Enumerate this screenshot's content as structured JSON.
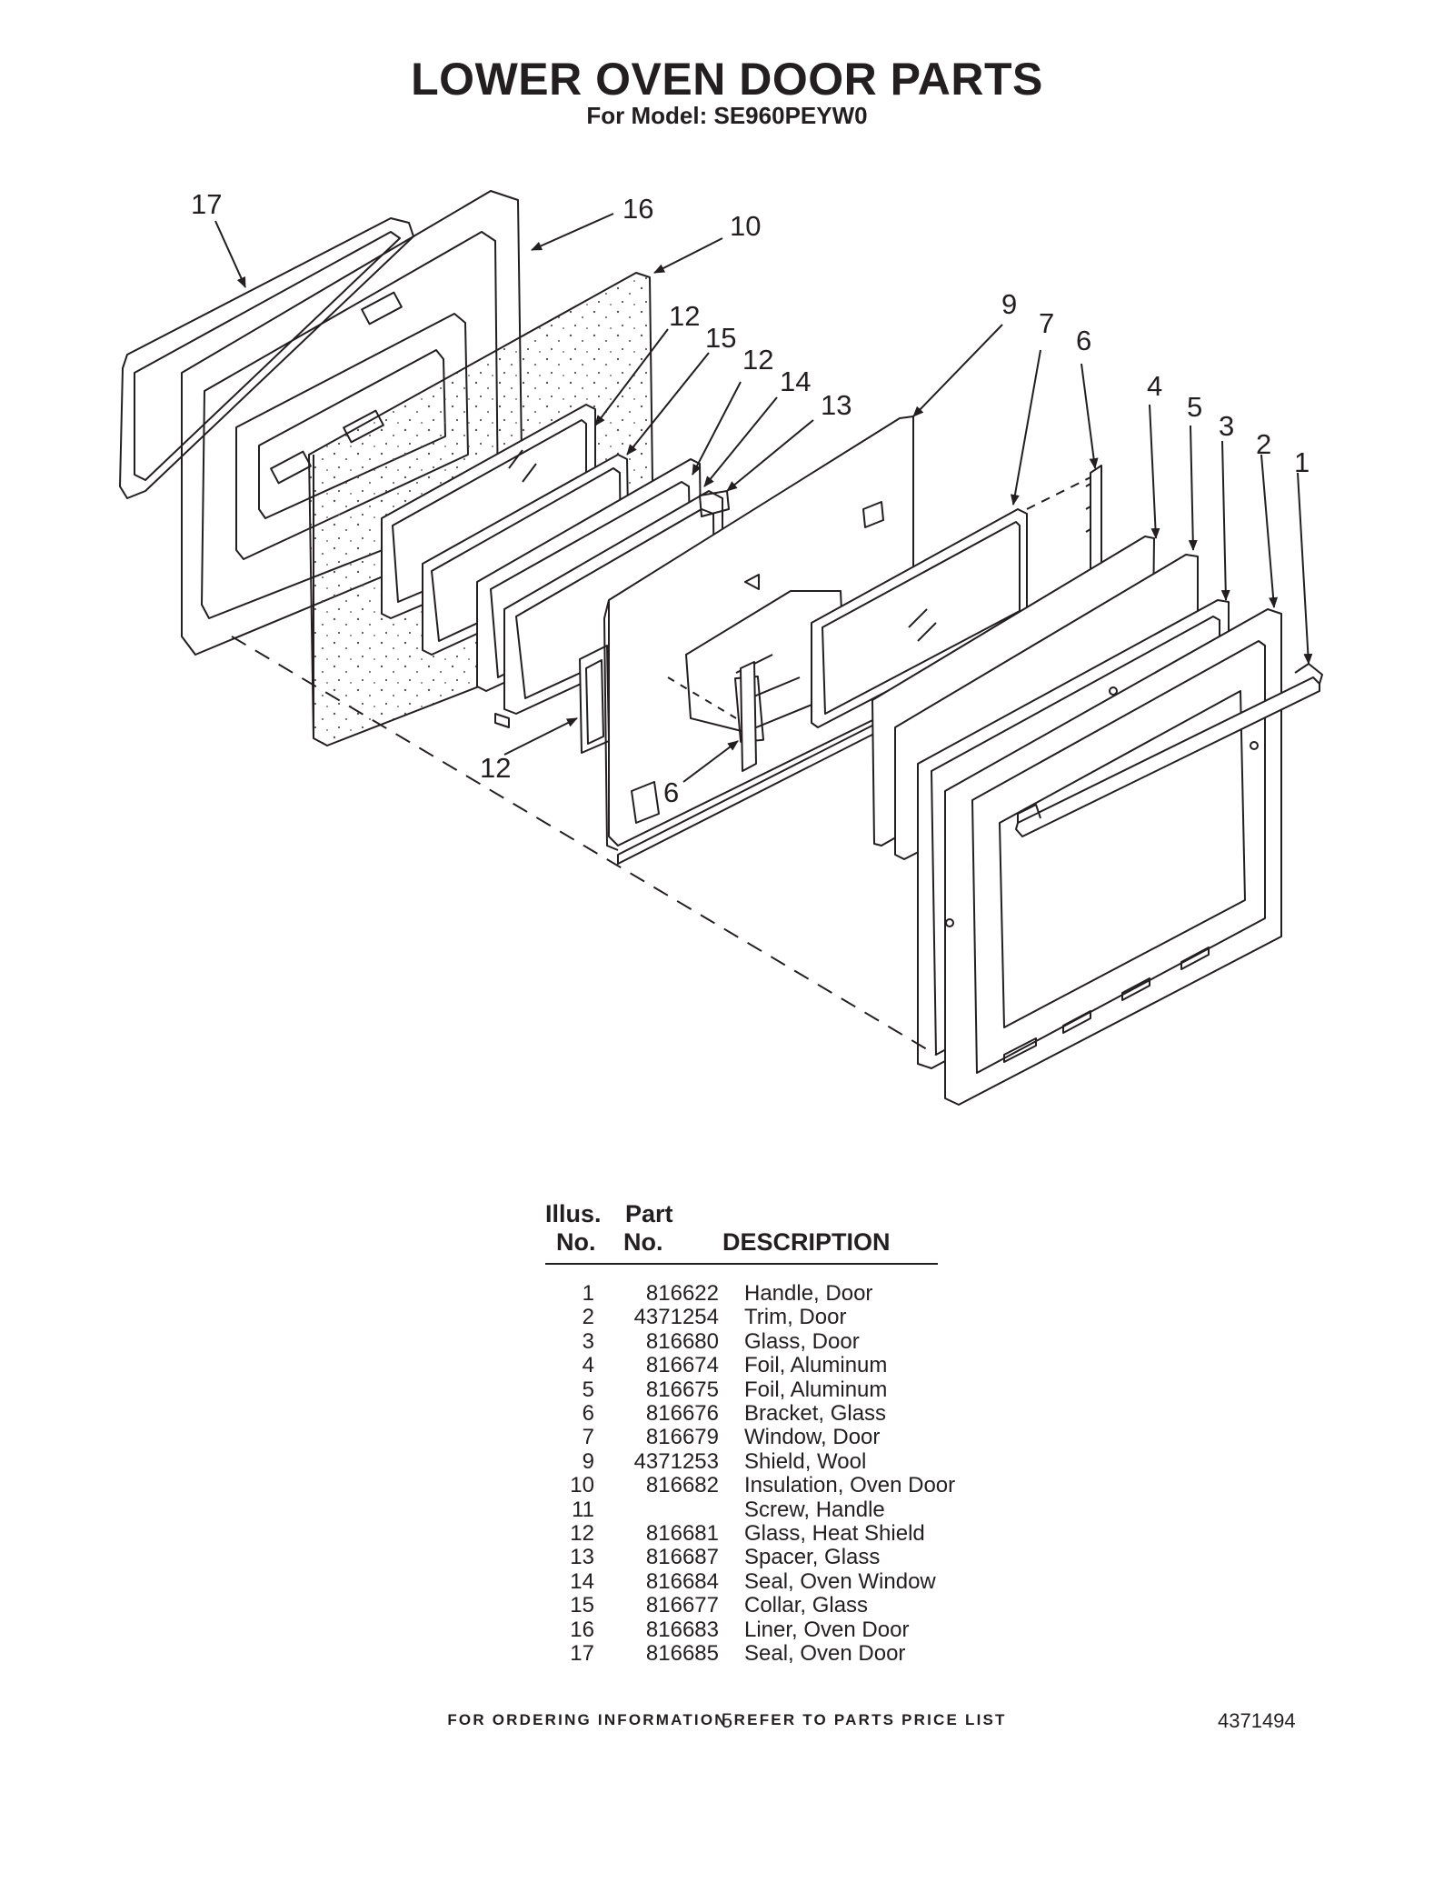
{
  "header": {
    "title": "LOWER OVEN DOOR PARTS",
    "subtitle": "For Model: SE960PEYW0"
  },
  "callouts": [
    "17",
    "16",
    "10",
    "12",
    "15",
    "12",
    "14",
    "13",
    "9",
    "7",
    "6",
    "4",
    "5",
    "3",
    "2",
    "1",
    "12",
    "6"
  ],
  "parts_table": {
    "headers": {
      "illus_line1": "Illus.",
      "illus_line2": "No.",
      "part_line1": "Part",
      "part_line2": "No.",
      "description": "DESCRIPTION"
    },
    "rows": [
      {
        "illus": "1",
        "part": "816622",
        "desc": "Handle, Door"
      },
      {
        "illus": "2",
        "part": "4371254",
        "desc": "Trim, Door"
      },
      {
        "illus": "3",
        "part": "816680",
        "desc": "Glass, Door"
      },
      {
        "illus": "4",
        "part": "816674",
        "desc": "Foil, Aluminum"
      },
      {
        "illus": "5",
        "part": "816675",
        "desc": "Foil, Aluminum"
      },
      {
        "illus": "6",
        "part": "816676",
        "desc": "Bracket, Glass"
      },
      {
        "illus": "7",
        "part": "816679",
        "desc": "Window, Door"
      },
      {
        "illus": "9",
        "part": "4371253",
        "desc": "Shield, Wool"
      },
      {
        "illus": "10",
        "part": "816682",
        "desc": "Insulation, Oven Door"
      },
      {
        "illus": "11",
        "part": "",
        "desc": "Screw, Handle"
      },
      {
        "illus": "12",
        "part": "816681",
        "desc": "Glass, Heat Shield"
      },
      {
        "illus": "13",
        "part": "816687",
        "desc": "Spacer, Glass"
      },
      {
        "illus": "14",
        "part": "816684",
        "desc": "Seal, Oven Window"
      },
      {
        "illus": "15",
        "part": "816677",
        "desc": "Collar, Glass"
      },
      {
        "illus": "16",
        "part": "816683",
        "desc": "Liner, Oven Door"
      },
      {
        "illus": "17",
        "part": "816685",
        "desc": "Seal, Oven Door"
      }
    ]
  },
  "footer": {
    "ordering_note": "FOR ORDERING INFORMATION REFER TO PARTS PRICE LIST",
    "page_number": "5",
    "document_number": "4371494"
  }
}
